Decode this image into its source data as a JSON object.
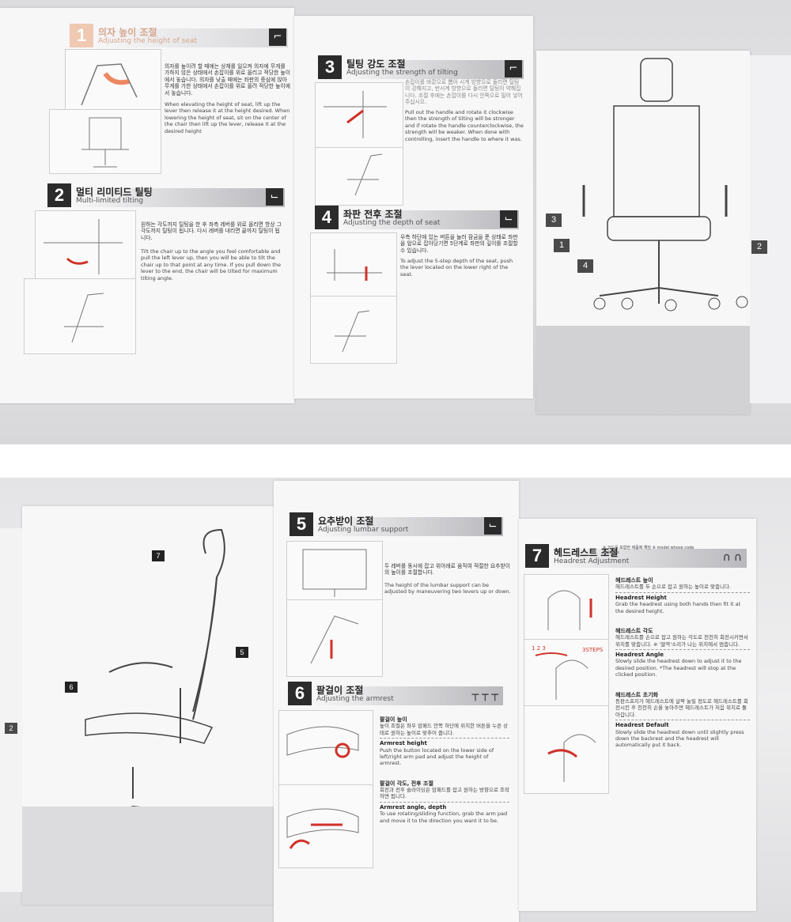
{
  "top": {
    "s1": {
      "num": "1",
      "kr": "의자 높이 조절",
      "en": "Adjusting the height of seat",
      "kr_text": "의자를 높이려 할 때에는 상체를 일으켜 의자에 무게를 가하지 않은 상태에서 손잡이를 위로 올리고 적당한 높이에서 놓습니다. 의자를 낮출 때에는 좌판의 중심에 앉아 무게를 가한 상태에서 손잡이를 위로 올려 적당한 높이에서 놓습니다.",
      "en_text": "When elevating the height of seat, lift up the lever then release it at the height desired. When lowering the height of seat, sit on the center of the chair then lift up the lever, release it at the desired height"
    },
    "s2": {
      "num": "2",
      "kr": "멀티 리미티드 틸팅",
      "en": "Multi-limited tilting",
      "kr_text": "원하는 각도까지 틸팅을 한 후 좌측 레버를 위로 올리면 항상 그 각도까지 틸팅이 됩니다. 다시 레버를 내리면 끝까지 틸팅이 됩니다.",
      "en_text": "Tilt the chair up to the angle you feel comfortable and pull the left lever up, then you will be able to tilt the chair up to that point at any time. If you pull down the lever to the end, the chair will be tilted for maximum tilting angle."
    },
    "s3": {
      "num": "3",
      "kr": "틸팅 강도 조절",
      "en": "Adjusting the strength of tilting",
      "kr_text": "손잡이를 바깥으로 뽑아 시계 방향으로 돌리면 틸팅이 강해지고, 반시계 방향으로 돌리면 틸팅이 약해집니다. 조절 후에는 손잡이를 다시 안쪽으로 밀어 넣어 주십시오.",
      "en_text": "Pull out the handle and rotate it clockwise then the strength of tilting will be stronger and if rotate the handle counterclockwise, the strength will be weaker. When done with controlling, insert the handle to where it was."
    },
    "s4": {
      "num": "4",
      "kr": "좌판 전후 조절",
      "en": "Adjusting the depth of seat",
      "kr_text": "우측 하단에 있는 버튼을 눌러 잠금을 푼 상태로 좌판을 앞으로 잡아당기면 5단계로 좌판의 깊이를 조절할 수 있습니다.",
      "en_text": "To adjust the 5-step depth of the seat, push the lever located on the lower right of the seat."
    },
    "callouts": {
      "c1": "1",
      "c2": "2",
      "c3": "3",
      "c4": "4"
    }
  },
  "bottom": {
    "s5": {
      "num": "5",
      "kr": "요추받이 조절",
      "en": "Adjusting lumbar support",
      "kr_text": "두 레버를 동시에 잡고 위아래로 움직여 적절한 요추받이의 높이를 조절합니다.",
      "en_text": "The height of the lumbar support can be adjusted by maneuvering two levers up or down."
    },
    "s6": {
      "num": "6",
      "kr": "팔걸이 조절",
      "en": "Adjusting the armrest",
      "h1_kr": "팔걸이 높이",
      "t1_kr": "높이 조절은 좌우 암패드 안쪽 하단에 위치한 버튼을 누른 상태로 원하는 높이로 맞추어 줍니다.",
      "h1_en": "Armrest height",
      "t1_en": "Push the button located on the lower side of left/right arm pad and adjust the height of armrest.",
      "h2_kr": "팔걸이 각도, 전후 조절",
      "t2_kr": "회전과 전후 슬라이딩은 암패드를 잡고 원하는 방향으로 조작하면 됩니다.",
      "h2_en": "Armrest angle, depth",
      "t2_en": "To use rotating/sliding function, grab the arm pad and move it to the direction you want it to be."
    },
    "s7": {
      "num": "7",
      "kr": "헤드레스트 조절",
      "en": "Headrest Adjustment",
      "note": "※ 코드를 포함한 제품에 해당 ※ model whose code includes",
      "h1_kr": "헤드레스트 높이",
      "t1_kr": "헤드레스트를 두 손으로 잡고 원하는 높이로 맞춥니다.",
      "h1_en": "Headrest Height",
      "t1_en": "Grab the headrest using both hands then fit it at the desired height.",
      "h2_kr": "헤드레스트 각도",
      "t2_kr": "헤드레스트를 손으로 잡고 원하는 각도로 천천히 회전시키면서 위치를 맞춥니다. ※ '딸깍'소리가 나는 위치에서 멈춥니다.",
      "h2_en": "Headrest Angle",
      "t2_en": "Slowly slide the headrest down to adjust it to the desired position. *The headrest will stop at the clicked position.",
      "h3_kr": "헤드레스트 초기화",
      "t3_kr": "등판스프지가 헤드레스트에 살짝 눌릴 정도로 헤드레스트를 회전시킨 후 천천히 손을 놓아주면 헤드레스트가 처음 위치로 돌아갑니다.",
      "h3_en": "Headrest Default",
      "t3_en": "Slowly slide the headrest down until slightly press down the backrest and the headrest will automatically put it back.",
      "steps": "3STEPS",
      "step_marks": "1 2 3"
    },
    "callouts": {
      "c7": "7",
      "c6": "6",
      "c5": "5",
      "c2": "2"
    }
  },
  "colors": {
    "accent": "#d0322a",
    "dark": "#2b2b2b",
    "paper": "#f7f7f8"
  }
}
